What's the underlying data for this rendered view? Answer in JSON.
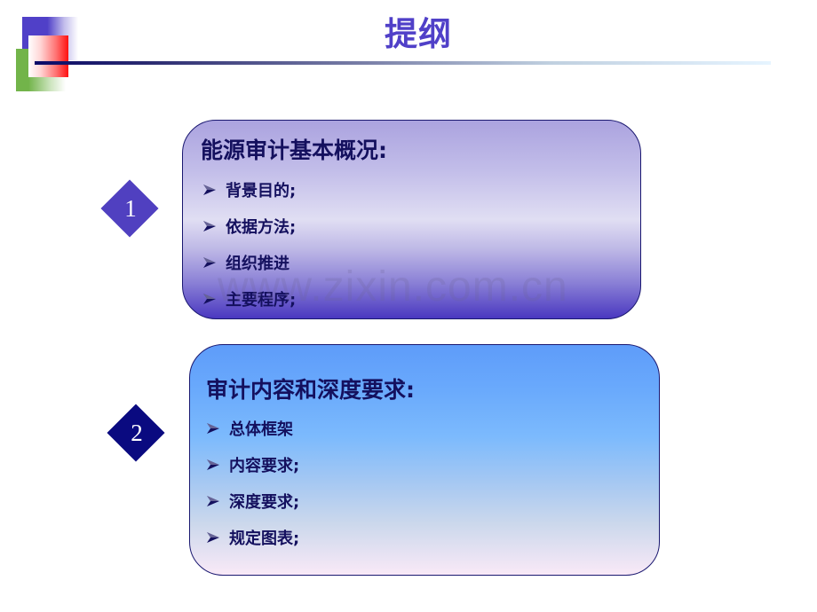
{
  "slide": {
    "title": "提纲",
    "colors": {
      "title": "#5040C8",
      "text": "#14105E",
      "diamond1": "#5040C0",
      "diamond2": "#0A0A80",
      "box1_top": "#ABA3DF",
      "box1_bottom": "#4A38C0",
      "box2_top": "#5E9CFA",
      "box2_bottom": "#F9E9F7"
    }
  },
  "sections": [
    {
      "number": "1",
      "heading": "能源审计基本概况:",
      "bullet_icon": "arrowhead-bullet-icon",
      "items": [
        "背景目的;",
        "依据方法;",
        "组织推进",
        "主要程序;"
      ]
    },
    {
      "number": "2",
      "heading": "审计内容和深度要求:",
      "bullet_icon": "arrowhead-bullet-icon",
      "items": [
        "总体框架",
        "内容要求;",
        "深度要求;",
        "规定图表;"
      ]
    }
  ],
  "watermark": "www.zixin.com.cn"
}
